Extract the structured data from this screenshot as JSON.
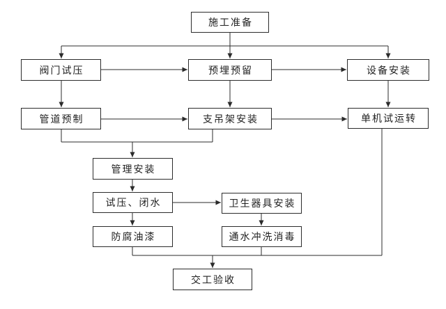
{
  "diagram": {
    "type": "flowchart",
    "background": "#ffffff"
  },
  "colors": {
    "line": "#2b2b2b",
    "box_border": "#2b2b2b",
    "box_fill": "#ffffff",
    "text": "#222222"
  },
  "nodes": [
    {
      "id": "construction-preparation",
      "label": "施工准备"
    },
    {
      "id": "valve-pressure-test",
      "label": "阀门试压"
    },
    {
      "id": "embedded-and-reserved",
      "label": "预埋预留"
    },
    {
      "id": "equipment-installation",
      "label": "设备安装"
    },
    {
      "id": "pipe-prefabrication",
      "label": "管道预制"
    },
    {
      "id": "hanger-support-installation",
      "label": "支吊架安装"
    },
    {
      "id": "single-machine-test-run",
      "label": "单机试运转"
    },
    {
      "id": "pipe-management-installation",
      "label": "管理安装"
    },
    {
      "id": "pressure-and-water-seal-test",
      "label": "试压、闭水"
    },
    {
      "id": "sanitary-ware-installation",
      "label": "卫生器具安装"
    },
    {
      "id": "anticorrosion-paint",
      "label": "防腐油漆"
    },
    {
      "id": "water-flushing-disinfection",
      "label": "通水冲洗消毒"
    },
    {
      "id": "handover-acceptance",
      "label": "交工验收"
    }
  ],
  "edges": [
    {
      "from": "施工准备",
      "to": "阀门试压"
    },
    {
      "from": "施工准备",
      "to": "预埋预留"
    },
    {
      "from": "施工准备",
      "to": "设备安装"
    },
    {
      "from": "阀门试压",
      "to": "预埋预留"
    },
    {
      "from": "预埋预留",
      "to": "设备安装"
    },
    {
      "from": "阀门试压",
      "to": "管道预制"
    },
    {
      "from": "预埋预留",
      "to": "支吊架安装"
    },
    {
      "from": "设备安装",
      "to": "单机试运转"
    },
    {
      "from": "管道预制",
      "to": "支吊架安装"
    },
    {
      "from": "支吊架安装",
      "to": "单机试运转"
    },
    {
      "from": "管道预制",
      "to": "管理安装"
    },
    {
      "from": "支吊架安装",
      "to": "管理安装"
    },
    {
      "from": "管理安装",
      "to": "试压、闭水"
    },
    {
      "from": "试压、闭水",
      "to": "卫生器具安装"
    },
    {
      "from": "试压、闭水",
      "to": "防腐油漆"
    },
    {
      "from": "卫生器具安装",
      "to": "通水冲洗消毒"
    },
    {
      "from": "防腐油漆",
      "to": "交工验收"
    },
    {
      "from": "通水冲洗消毒",
      "to": "交工验收"
    },
    {
      "from": "单机试运转",
      "to": "交工验收"
    }
  ]
}
